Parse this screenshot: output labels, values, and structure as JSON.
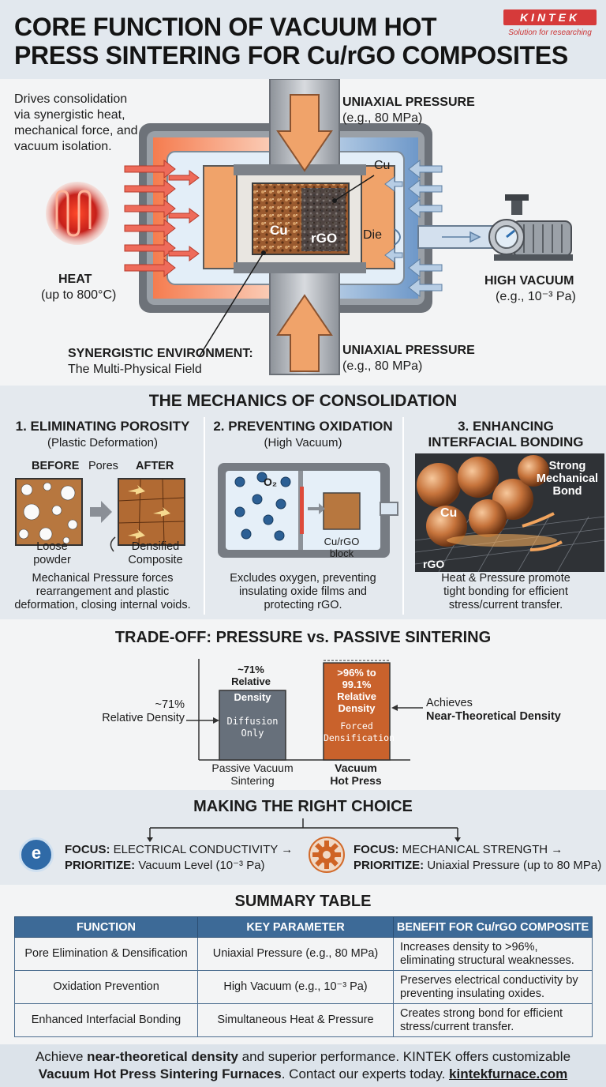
{
  "header": {
    "title_line1": "CORE FUNCTION OF VACUUM HOT",
    "title_line2": "PRESS SINTERING FOR Cu/rGO COMPOSITES",
    "logo": "KINTEK",
    "logo_tagline": "Solution for researching"
  },
  "hero": {
    "intro": [
      "Drives consolidation",
      "via synergistic heat,",
      "mechanical force, and",
      "vacuum isolation."
    ],
    "top_pressure_label": "UNIAXIAL PRESSURE",
    "top_pressure_value": "(e.g., 80 MPa)",
    "bottom_pressure_label": "UNIAXIAL PRESSURE",
    "bottom_pressure_value": "(e.g., 80 MPa)",
    "heat_label": "HEAT",
    "heat_value": "(up to 800°C)",
    "vacuum_label": "HIGH VACUUM",
    "vacuum_value": "(e.g., 10⁻³ Pa)",
    "cu_callout": "Cu",
    "sample_cu": "Cu",
    "sample_rgo": "rGO",
    "die_label": "Die",
    "env_label": "SYNERGISTIC ENVIRONMENT:",
    "env_value": "The Multi-Physical Field"
  },
  "mechanics": {
    "title": "THE MECHANICS OF CONSOLIDATION",
    "panels": [
      {
        "title": "1. ELIMINATING POROSITY",
        "subtitle": "(Plastic Deformation)",
        "before": "BEFORE",
        "pores": "Pores",
        "after": "AFTER",
        "left_caption": [
          "Loose",
          "powder"
        ],
        "right_caption": [
          "Densified",
          "Composite"
        ],
        "desc": [
          "Mechanical Pressure forces",
          "rearrangement and plastic",
          "deformation, closing internal voids."
        ]
      },
      {
        "title": "2. PREVENTING OXIDATION",
        "subtitle": "(High Vacuum)",
        "o2_label": "O₂",
        "block_label": [
          "Cu/rGO",
          "block"
        ],
        "desc": [
          "Excludes oxygen, preventing",
          "insulating oxide films and",
          "protecting rGO."
        ]
      },
      {
        "title": [
          "3. ENHANCING",
          "INTERFACIAL BONDING"
        ],
        "cu": "Cu",
        "bond": [
          "Strong",
          "Mechanical",
          "Bond"
        ],
        "rgo": "rGO",
        "desc": [
          "Heat & Pressure promote",
          "tight bonding for efficient",
          "stress/current transfer."
        ]
      }
    ]
  },
  "tradeoff": {
    "title": "TRADE-OFF: PRESSURE vs. PASSIVE SINTERING",
    "left_note": [
      "~71%",
      "Relative Density"
    ],
    "right_note": [
      "Achieves",
      "Near-Theoretical Density"
    ],
    "bar1_top": [
      "~71%",
      "Relative"
    ],
    "bar1_inside": [
      "Density",
      "Diffusion",
      "Only"
    ],
    "bar2_inside": [
      ">96% to",
      "99.1%",
      "Relative",
      "Density",
      "Forced",
      "Densification"
    ],
    "cat1": [
      "Passive Vacuum",
      "Sintering"
    ],
    "cat2": [
      "Vacuum",
      "Hot Press"
    ]
  },
  "chart_data": {
    "type": "bar",
    "title": "TRADE-OFF: PRESSURE vs. PASSIVE SINTERING",
    "categories": [
      "Passive Vacuum Sintering",
      "Vacuum Hot Press"
    ],
    "values": [
      71,
      99.1
    ],
    "ylabel": "Relative Density",
    "ylim": [
      0,
      100
    ]
  },
  "choice": {
    "title": "MAKING THE RIGHT CHOICE",
    "left_focus_label": "FOCUS:",
    "left_focus": "ELECTRICAL CONDUCTIVITY →",
    "left_prior_label": "PRIORITIZE:",
    "left_prior": "Vacuum Level (10⁻³ Pa)",
    "right_focus_label": "FOCUS:",
    "right_focus": "MECHANICAL STRENGTH →",
    "right_prior_label": "PRIORITIZE:",
    "right_prior": "Uniaxial Pressure (up to 80 MPa)",
    "icon_letter": "e"
  },
  "summary": {
    "title": "SUMMARY TABLE",
    "headers": [
      "FUNCTION",
      "KEY PARAMETER",
      "BENEFIT FOR Cu/rGO COMPOSITE"
    ],
    "rows": [
      [
        "Pore Elimination & Densification",
        "Uniaxial Pressure (e.g., 80 MPa)",
        "Increases density to >96%, eliminating structural weaknesses."
      ],
      [
        "Oxidation Prevention",
        "High Vacuum (e.g., 10⁻³ Pa)",
        "Preserves electrical conductivity by preventing insulating oxides."
      ],
      [
        "Enhanced Interfacial Bonding",
        "Simultaneous Heat & Pressure",
        "Creates strong bond for efficient stress/current transfer."
      ]
    ]
  },
  "footer": {
    "p1": "Achieve ",
    "p1b": "near-theoretical density",
    "p2": " and superior performance. KINTEK offers customizable",
    "p3b": "Vacuum Hot Press Sintering Furnaces",
    "p4": ". Contact our experts today. ",
    "link": "kintekfurnace.com"
  }
}
